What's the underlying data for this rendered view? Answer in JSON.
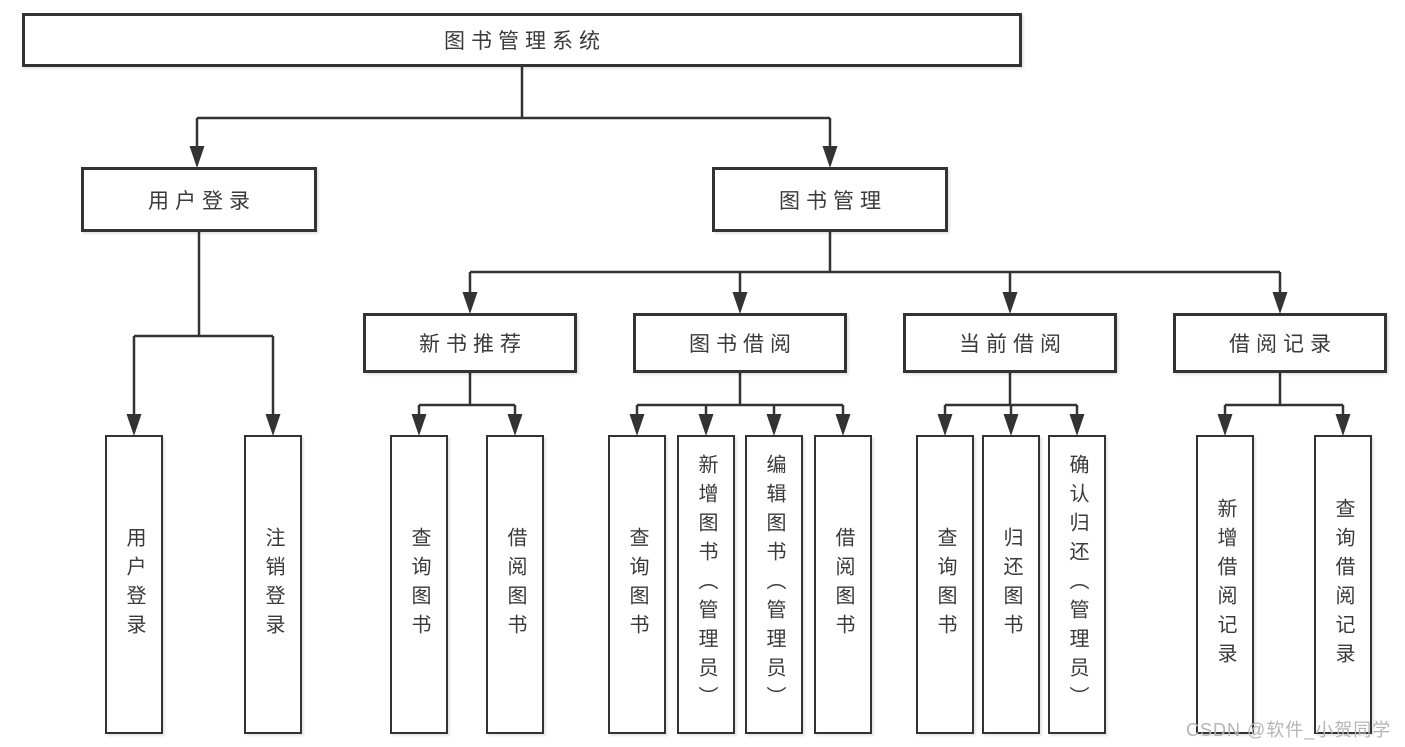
{
  "tree": {
    "root": "图书管理系统",
    "login": {
      "label": "用户登录",
      "children": [
        "用户登录",
        "注销登录"
      ]
    },
    "mgmt": {
      "label": "图书管理",
      "groups": [
        {
          "label": "新书推荐",
          "children": [
            "查询图书",
            "借阅图书"
          ]
        },
        {
          "label": "图书借阅",
          "children": [
            "查询图书",
            "新增图书（管理员）",
            "编辑图书（管理员）",
            "借阅图书"
          ]
        },
        {
          "label": "当前借阅",
          "children": [
            "查询图书",
            "归还图书",
            "确认归还（管理员）"
          ]
        },
        {
          "label": "借阅记录",
          "children": [
            "新增借阅记录",
            "查询借阅记录"
          ]
        }
      ]
    }
  },
  "watermark": "CSDN @软件_小贺同学",
  "colors": {
    "line": "#333333",
    "box_border": "#333333",
    "text": "#3a3a3a",
    "watermark": "#b5b5b5",
    "background": "#ffffff"
  }
}
